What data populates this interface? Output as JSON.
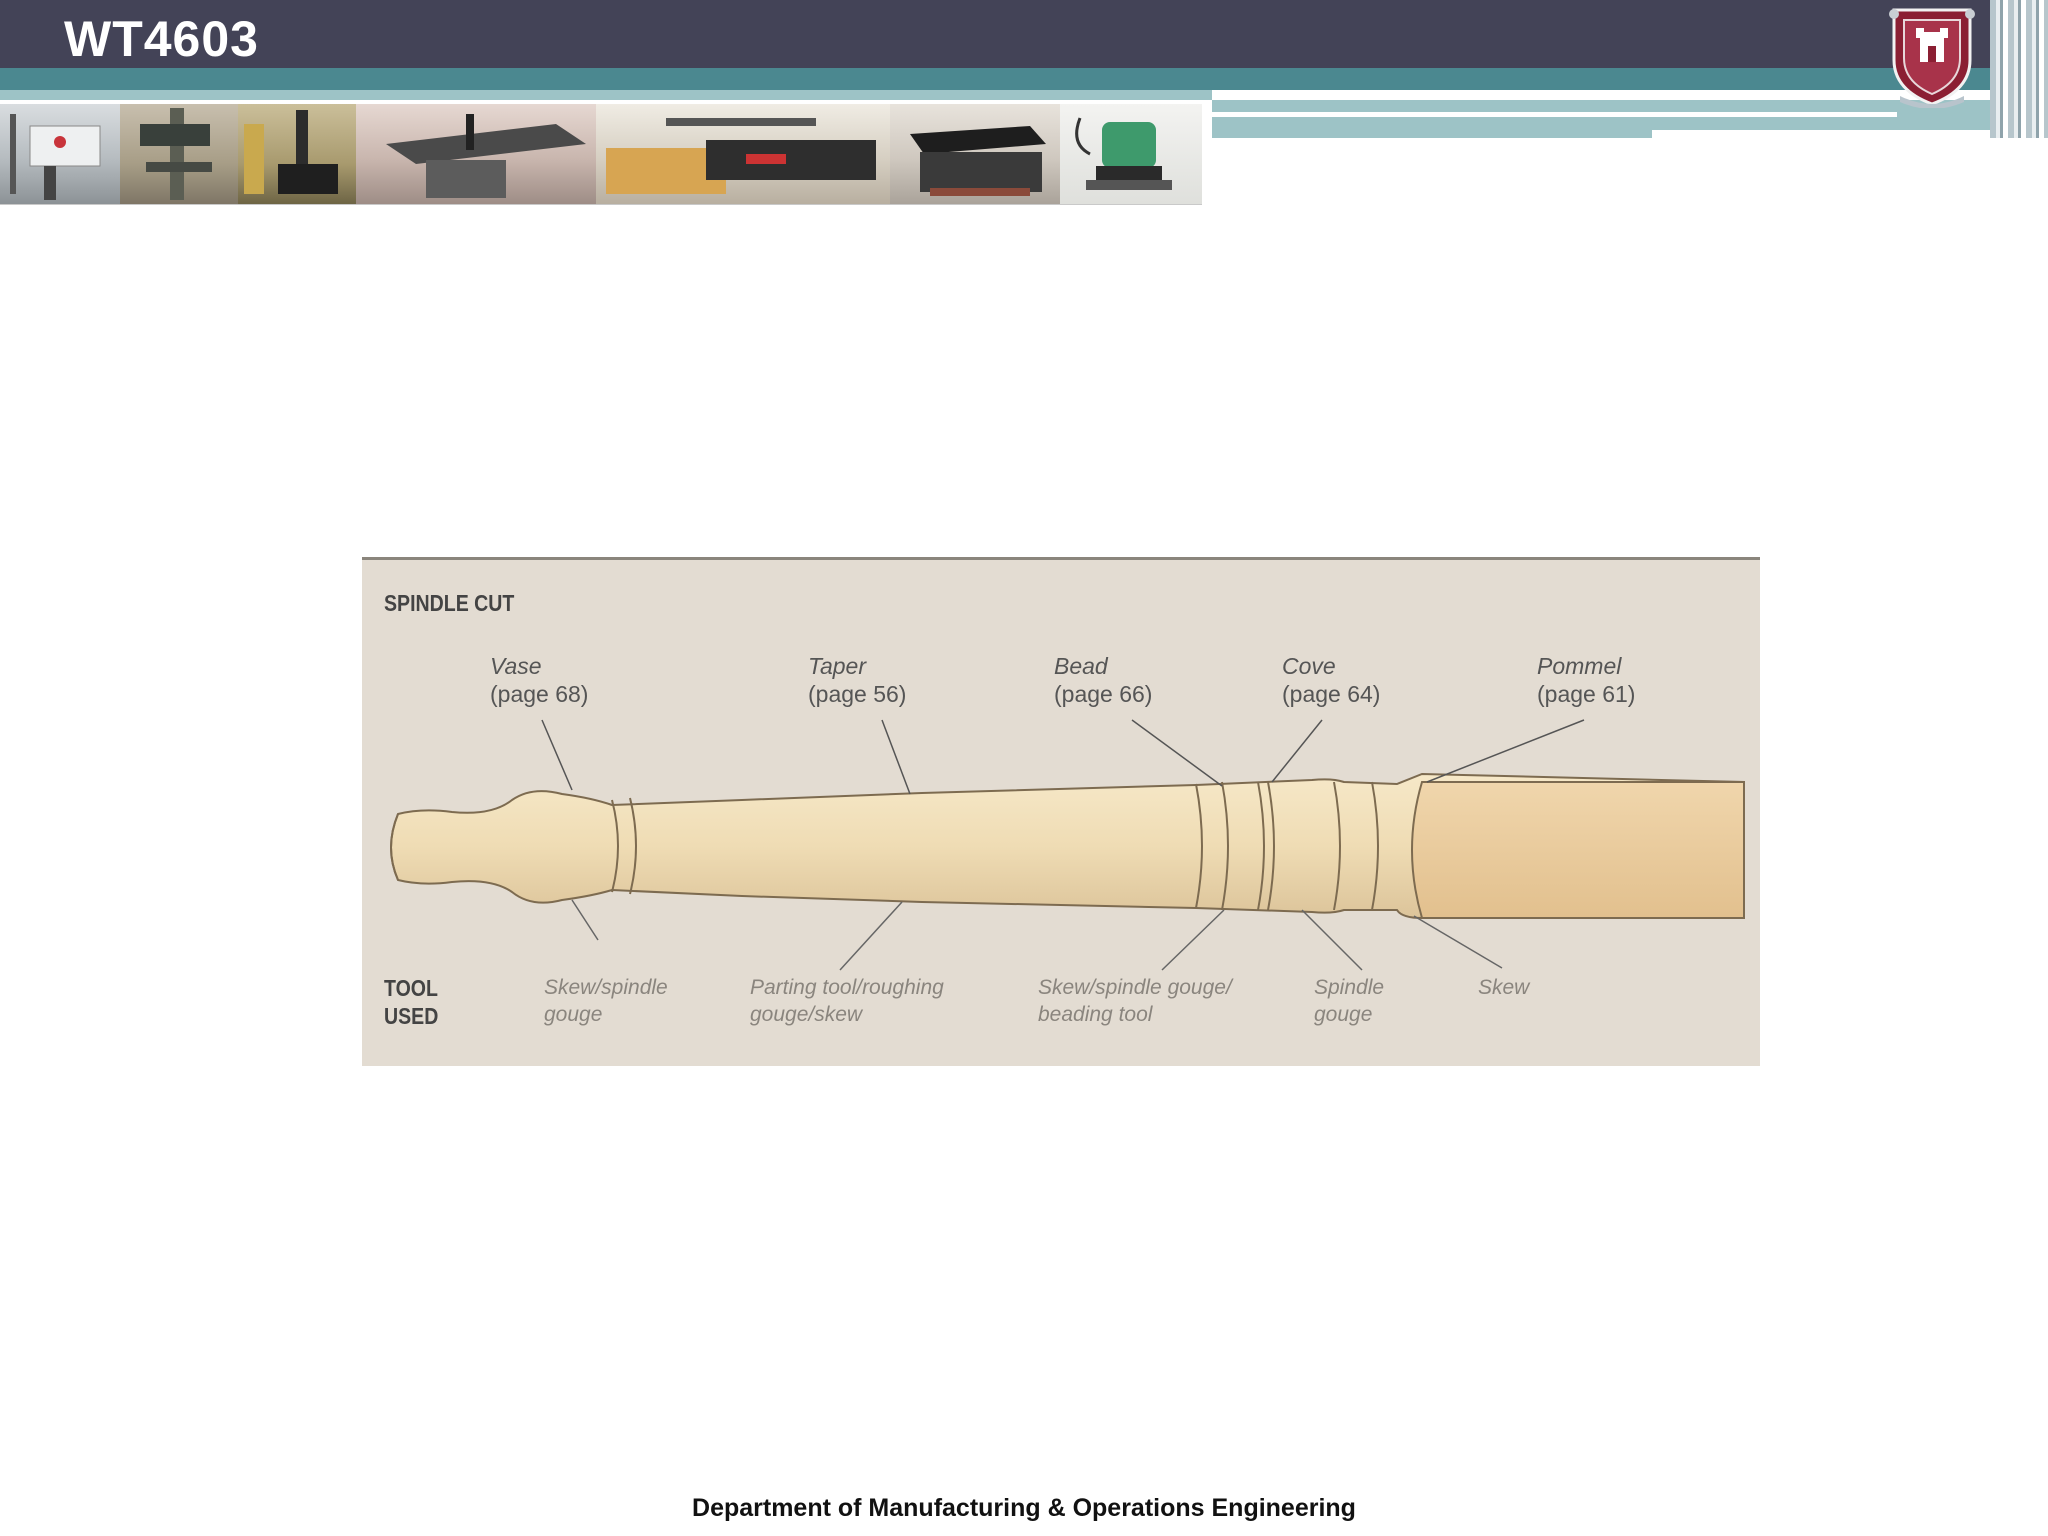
{
  "header": {
    "course_code": "WT4603"
  },
  "diagram": {
    "title": "SPINDLE CUT",
    "tool_label": [
      "TOOL",
      "USED"
    ],
    "features": [
      {
        "name": "Vase",
        "page": "(page 68)"
      },
      {
        "name": "Taper",
        "page": "(page 56)"
      },
      {
        "name": "Bead",
        "page": "(page 66)"
      },
      {
        "name": "Cove",
        "page": "(page 64)"
      },
      {
        "name": "Pommel",
        "page": "(page 61)"
      }
    ],
    "tools": [
      {
        "line1": "Skew/spindle",
        "line2": "gouge"
      },
      {
        "line1": "Parting tool/roughing",
        "line2": "gouge/skew"
      },
      {
        "line1": "Skew/spindle gouge/",
        "line2": "beading tool"
      },
      {
        "line1": "Spindle",
        "line2": "gouge"
      },
      {
        "line1": "Skew",
        "line2": ""
      }
    ]
  },
  "colors": {
    "header_bar": "#434357",
    "teal_band": "#4b8890",
    "wood": "#efdcb4"
  },
  "footer": {
    "text": "Department of Manufacturing & Operations Engineering"
  }
}
